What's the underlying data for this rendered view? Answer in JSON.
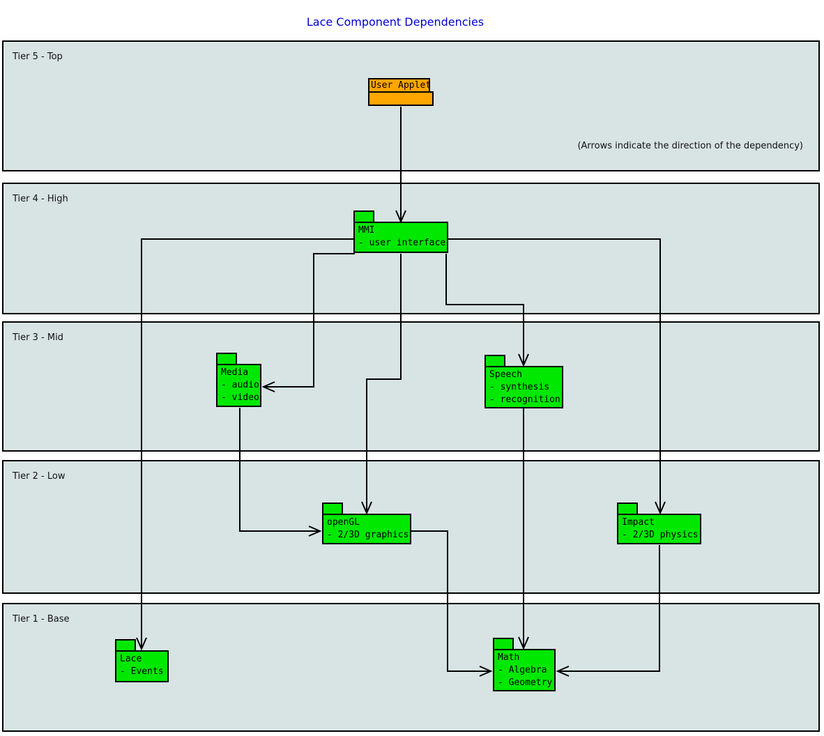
{
  "title": "Lace Component Dependencies",
  "annotation": "(Arrows indicate the direction of the dependency)",
  "colors": {
    "component_fill": "#00e800",
    "user_applet_fill": "#ffa500",
    "tier_fill": "#d8e3e3",
    "title_color": "#0000cd",
    "line_color": "#000000"
  },
  "tiers": [
    {
      "label": "Tier 5 - Top"
    },
    {
      "label": "Tier 4 - High"
    },
    {
      "label": "Tier 3 - Mid"
    },
    {
      "label": "Tier 2 - Low"
    },
    {
      "label": "Tier 1 - Base"
    }
  ],
  "components": {
    "user_applet": {
      "name": "User Applet"
    },
    "mmi": {
      "name": "MMI",
      "line1": "- user interface"
    },
    "media": {
      "name": "Media",
      "line1": "- audio",
      "line2": "- video"
    },
    "speech": {
      "name": "Speech",
      "line1": "- synthesis",
      "line2": "- recognition"
    },
    "opengl": {
      "name": "openGL",
      "line1": "- 2/3D graphics"
    },
    "impact": {
      "name": "Impact",
      "line1": "- 2/3D physics"
    },
    "lace": {
      "name": "Lace",
      "line1": "- Events"
    },
    "math": {
      "name": "Math",
      "line1": "- Algebra",
      "line2": "- Geometry"
    }
  },
  "dependencies": [
    {
      "from": "User Applet",
      "to": "MMI"
    },
    {
      "from": "MMI",
      "to": "Media"
    },
    {
      "from": "MMI",
      "to": "Speech"
    },
    {
      "from": "MMI",
      "to": "openGL"
    },
    {
      "from": "MMI",
      "to": "Lace"
    },
    {
      "from": "MMI",
      "to": "Impact"
    },
    {
      "from": "Media",
      "to": "openGL"
    },
    {
      "from": "Speech",
      "to": "Math"
    },
    {
      "from": "openGL",
      "to": "Math"
    },
    {
      "from": "Impact",
      "to": "Math"
    }
  ]
}
